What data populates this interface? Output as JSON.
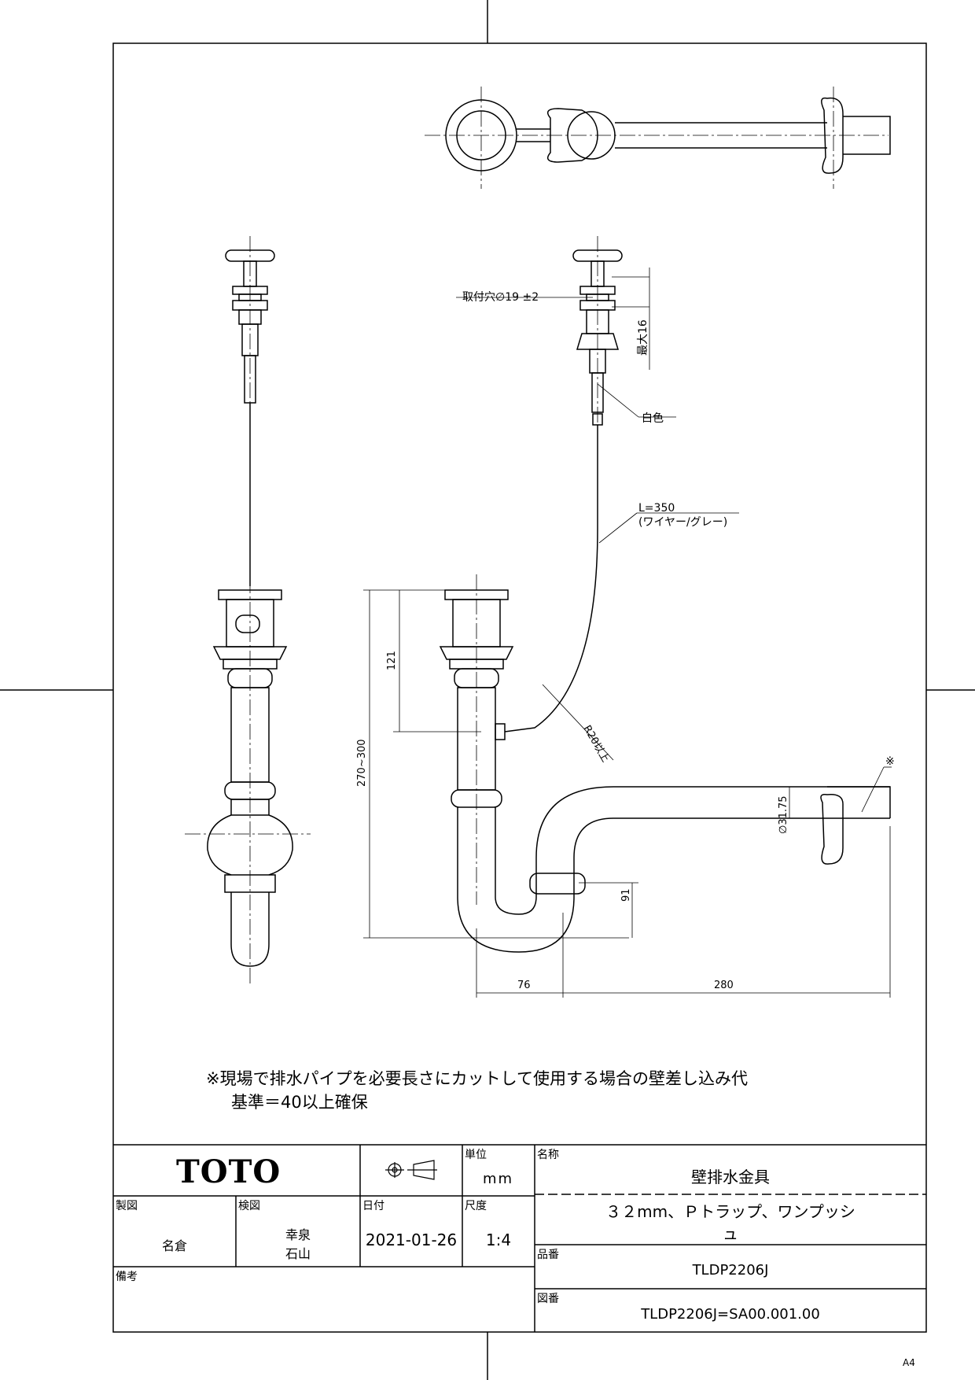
{
  "drawing": {
    "dims": {
      "mount_hole": "取付穴∅19 ±2",
      "max_thickness": "最大16",
      "white": "白色",
      "wire_length": "L=350",
      "wire_desc": "(ワイヤー/グレー)",
      "d121": "121",
      "d270_300": "270~300",
      "radius": "R20以上",
      "d91": "91",
      "dia": "∅31.75",
      "d76": "76",
      "d280": "280",
      "asterisk": "※"
    },
    "note_line1": "※現場で排水パイプを必要長さにカットして使用する場合の壁差し込み代",
    "note_line2": "基準＝40以上確保"
  },
  "title_block": {
    "logo": "TOTO",
    "unit_label": "単位",
    "unit_value": "mm",
    "name_label": "名称",
    "name_value": "壁排水金具",
    "subtitle_line1": "３２mm、Ｐトラップ、ワンプッシ",
    "subtitle_line2": "ュ",
    "drawn_label": "製図",
    "drawn_value": "名倉",
    "checked_label": "検図",
    "checked_value1": "幸泉",
    "checked_value2": "石山",
    "date_label": "日付",
    "date_value": "2021-01-26",
    "scale_label": "尺度",
    "scale_value": "1:4",
    "product_label": "品番",
    "product_value": "TLDP2206J",
    "drawing_label": "図番",
    "drawing_value": "TLDP2206J=SA00.001.00",
    "remarks_label": "備考"
  },
  "paper_size": "A4",
  "colors": {
    "line": "#000000",
    "background": "#ffffff"
  }
}
